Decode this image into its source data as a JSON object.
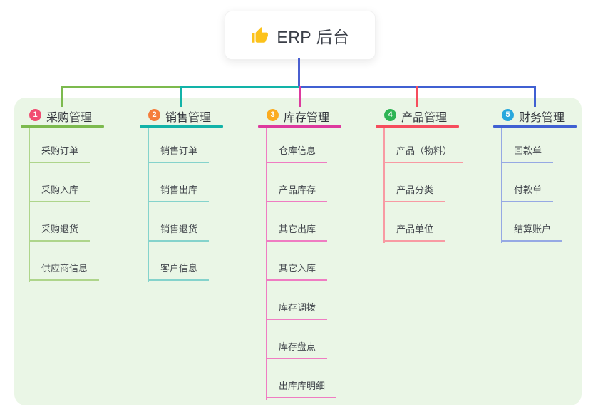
{
  "root": {
    "label": "ERP 后台",
    "icon": "thumbs-up-icon",
    "icon_color": "#fcc21b",
    "connector_color": "#4a5fd0"
  },
  "panel": {
    "background": "#eaf6e6"
  },
  "branches": [
    {
      "badge": "1",
      "label": "采购管理",
      "badge_color": "#f14d72",
      "line_color": "#7cba4e",
      "child_line_color": "#aed58b",
      "children": [
        "采购订单",
        "采购入库",
        "采购退货",
        "供应商信息"
      ]
    },
    {
      "badge": "2",
      "label": "销售管理",
      "badge_color": "#f57d3b",
      "line_color": "#12b3a8",
      "child_line_color": "#85d3cc",
      "children": [
        "销售订单",
        "销售出库",
        "销售退货",
        "客户信息"
      ]
    },
    {
      "badge": "3",
      "label": "库存管理",
      "badge_color": "#fbab1f",
      "line_color": "#dd3a9e",
      "child_line_color": "#ef7cc2",
      "children": [
        "仓库信息",
        "产品库存",
        "其它出库",
        "其它入库",
        "库存调拨",
        "库存盘点",
        "出库库明细"
      ]
    },
    {
      "badge": "4",
      "label": "产品管理",
      "badge_color": "#2eb454",
      "line_color": "#f64d5d",
      "child_line_color": "#f89aa3",
      "children": [
        "产品（物料）",
        "产品分类",
        "产品单位"
      ]
    },
    {
      "badge": "5",
      "label": "财务管理",
      "badge_color": "#29a8dd",
      "line_color": "#4060d2",
      "child_line_color": "#96a9e4",
      "children": [
        "回款单",
        "付款单",
        "结算账户"
      ]
    }
  ]
}
